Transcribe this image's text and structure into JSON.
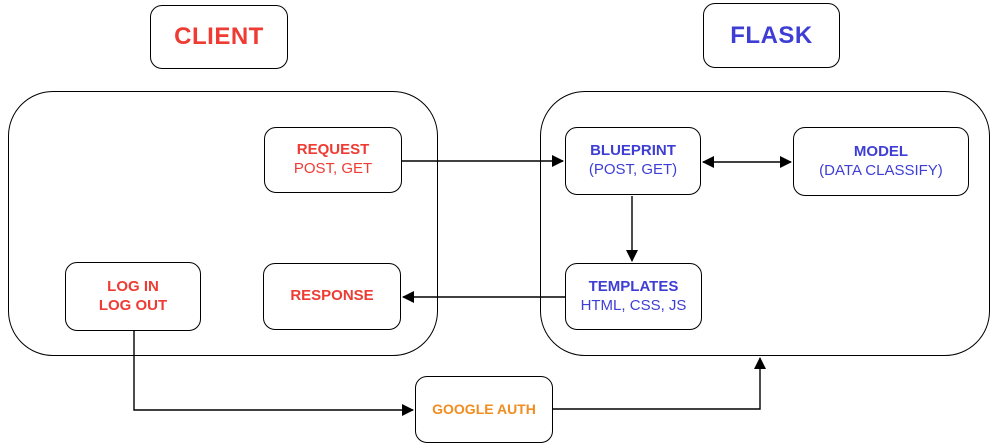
{
  "nodes": {
    "client": {
      "title": "CLIENT"
    },
    "flask": {
      "title": "FLASK"
    },
    "request": {
      "title": "REQUEST",
      "subtitle": "POST, GET"
    },
    "blueprint": {
      "title": "BLUEPRINT",
      "subtitle": "(POST, GET)"
    },
    "model": {
      "title": "MODEL",
      "subtitle": "(DATA CLASSIFY)"
    },
    "login": {
      "line1": "LOG IN",
      "line2": "LOG OUT"
    },
    "response": {
      "title": "RESPONSE"
    },
    "templates": {
      "title": "TEMPLATES",
      "subtitle": "HTML, CSS, JS"
    },
    "google_auth": {
      "title": "GOOGLE AUTH"
    }
  },
  "edges": [
    {
      "from": "request",
      "to": "blueprint",
      "direction": "one-way"
    },
    {
      "from": "blueprint",
      "to": "model",
      "direction": "two-way"
    },
    {
      "from": "blueprint",
      "to": "templates",
      "direction": "one-way"
    },
    {
      "from": "templates",
      "to": "response",
      "direction": "one-way"
    },
    {
      "from": "login",
      "to": "google_auth",
      "direction": "one-way"
    },
    {
      "from": "google_auth",
      "to": "flask_container",
      "direction": "one-way"
    }
  ],
  "colors": {
    "client_text": "#ee3b33",
    "flask_text": "#3e3ed5",
    "auth_text": "#f18c1f",
    "stroke": "#000000",
    "background": "#ffffff"
  }
}
